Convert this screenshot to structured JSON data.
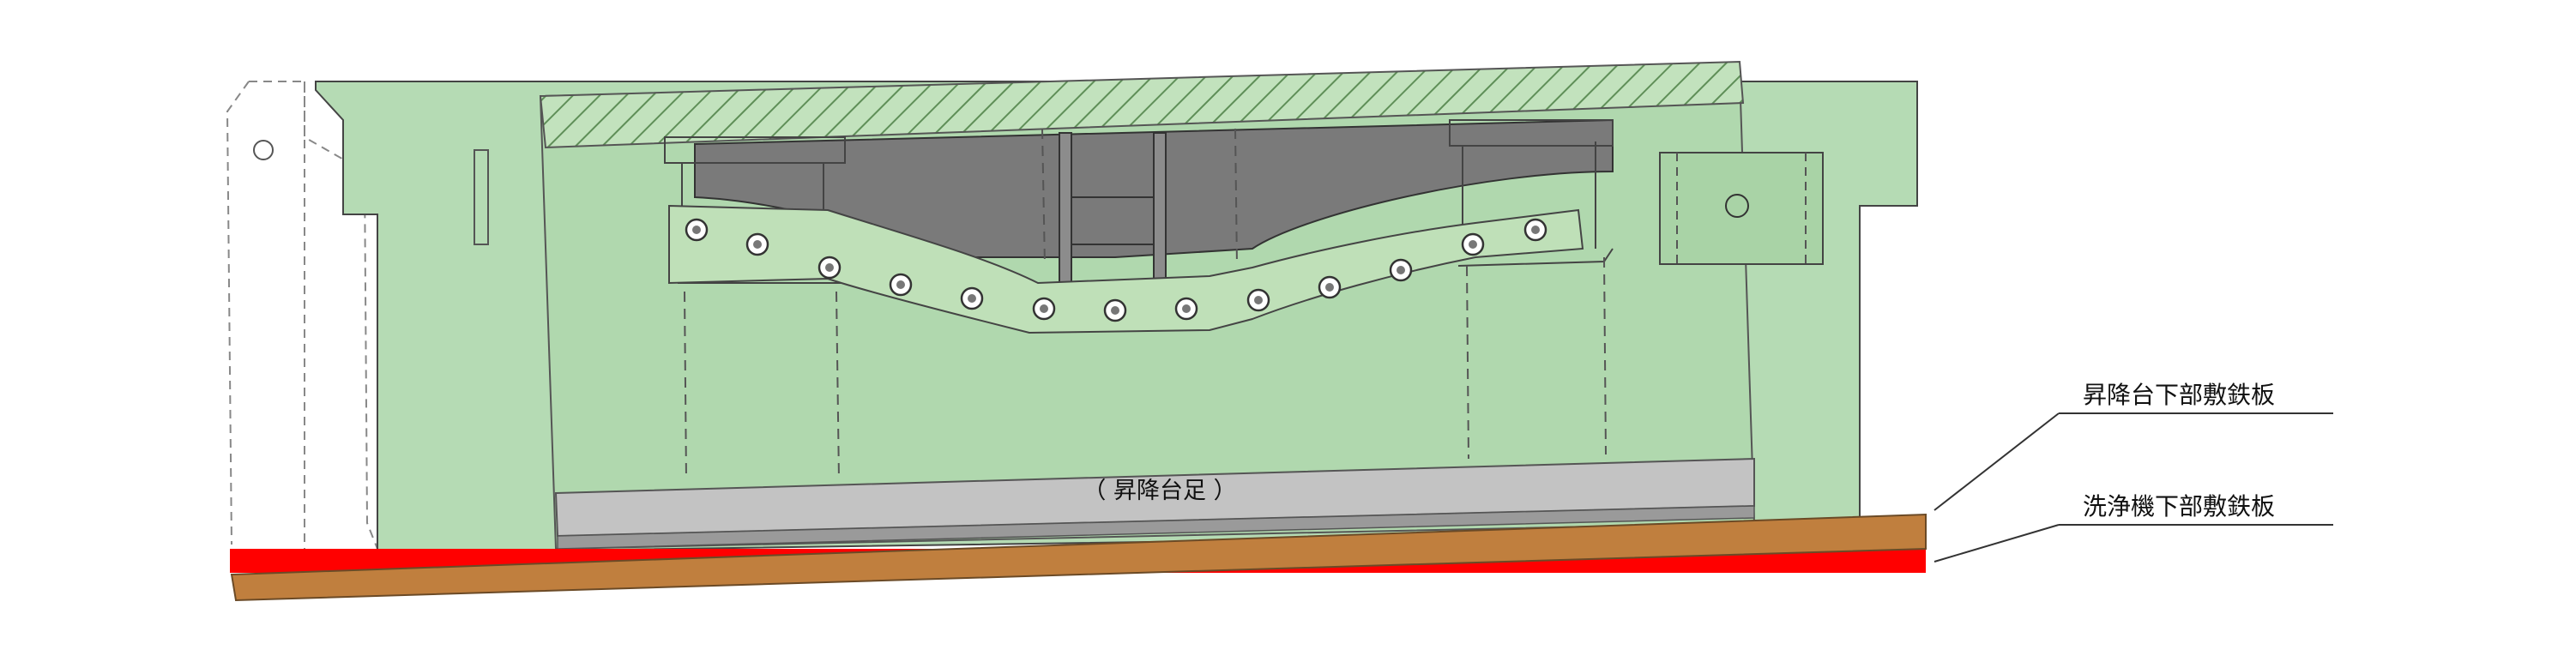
{
  "labels": {
    "lift_foot": "（ 昇降台足 ）",
    "lift_base_plate": "昇降台下部敷鉄板",
    "washer_base_plate": "洗浄機下部敷鉄板"
  },
  "colors": {
    "background": "#ffffff",
    "machine_body": "#b5dbb4",
    "body_outline": "#444444",
    "hatch_line": "#5f8f58",
    "cradle_dark": "#7a7a7a",
    "lift_foot_grey": "#c3c3c3",
    "lift_plate_red": "#ff0000",
    "washer_plate_brown": "#c07f3e",
    "leader_line": "#333333"
  },
  "icons": {
    "bolt": "hex-bolt-icon"
  }
}
